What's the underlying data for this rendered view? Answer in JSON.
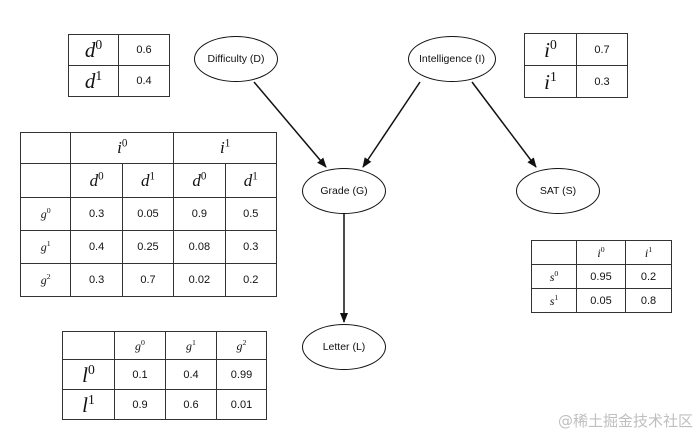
{
  "nodes": {
    "difficulty": "Difficulty (D)",
    "intelligence": "Intelligence (I)",
    "grade": "Grade (G)",
    "sat": "SAT (S)",
    "letter": "Letter (L)"
  },
  "cpd_d": {
    "rows": [
      {
        "base": "d",
        "sup": "0",
        "value": "0.6"
      },
      {
        "base": "d",
        "sup": "1",
        "value": "0.4"
      }
    ]
  },
  "cpd_i": {
    "rows": [
      {
        "base": "i",
        "sup": "0",
        "value": "0.7"
      },
      {
        "base": "i",
        "sup": "1",
        "value": "0.3"
      }
    ]
  },
  "cpd_g": {
    "parent_i": [
      {
        "base": "i",
        "sup": "0"
      },
      {
        "base": "i",
        "sup": "1"
      }
    ],
    "parent_d": [
      {
        "base": "d",
        "sup": "0"
      },
      {
        "base": "d",
        "sup": "1"
      },
      {
        "base": "d",
        "sup": "0"
      },
      {
        "base": "d",
        "sup": "1"
      }
    ],
    "rows": [
      {
        "base": "g",
        "sup": "0",
        "values": [
          "0.3",
          "0.05",
          "0.9",
          "0.5"
        ]
      },
      {
        "base": "g",
        "sup": "1",
        "values": [
          "0.4",
          "0.25",
          "0.08",
          "0.3"
        ]
      },
      {
        "base": "g",
        "sup": "2",
        "values": [
          "0.3",
          "0.7",
          "0.02",
          "0.2"
        ]
      }
    ]
  },
  "cpd_s": {
    "header": [
      {
        "base": "i",
        "sup": "0"
      },
      {
        "base": "i",
        "sup": "1"
      }
    ],
    "rows": [
      {
        "base": "s",
        "sup": "0",
        "values": [
          "0.95",
          "0.2"
        ]
      },
      {
        "base": "s",
        "sup": "1",
        "values": [
          "0.05",
          "0.8"
        ]
      }
    ]
  },
  "cpd_l": {
    "header": [
      {
        "base": "g",
        "sup": "0"
      },
      {
        "base": "g",
        "sup": "1"
      },
      {
        "base": "g",
        "sup": "2"
      }
    ],
    "rows": [
      {
        "base": "l",
        "sup": "0",
        "values": [
          "0.1",
          "0.4",
          "0.99"
        ]
      },
      {
        "base": "l",
        "sup": "1",
        "values": [
          "0.9",
          "0.6",
          "0.01"
        ]
      }
    ]
  },
  "watermark": "@稀土掘金技术社区"
}
